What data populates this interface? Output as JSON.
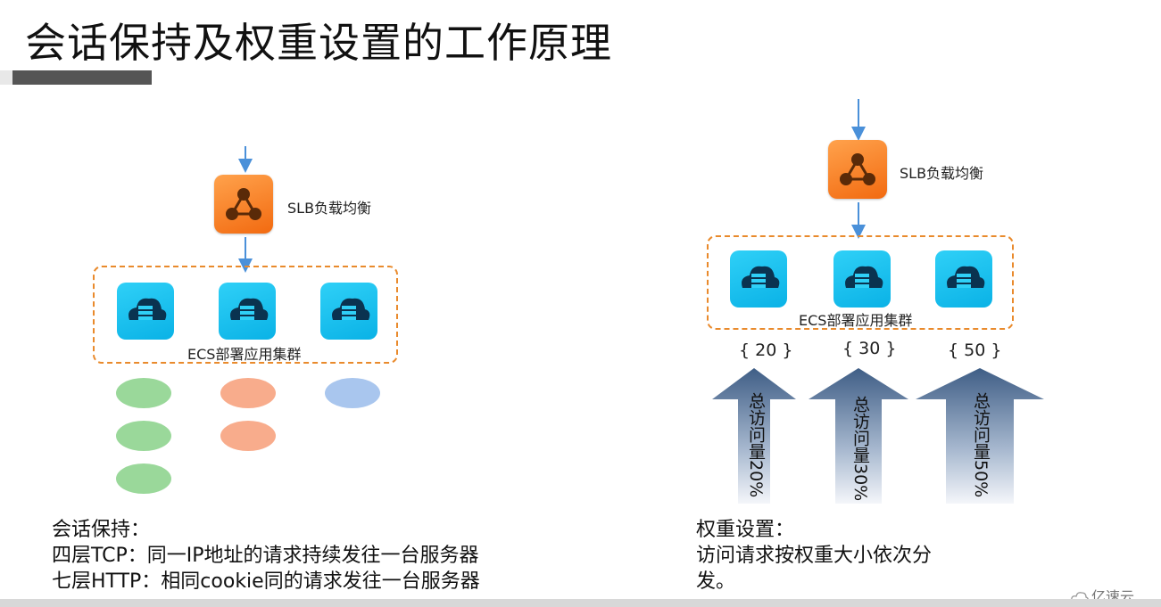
{
  "title": "会话保持及权重设置的工作原理",
  "left_diagram": {
    "slb_label": "SLB负载均衡",
    "cluster_label": "ECS部署应用集群"
  },
  "right_diagram": {
    "slb_label": "SLB负载均衡",
    "cluster_label": "ECS部署应用集群",
    "weights": [
      "{ 20 }",
      "{ 30 }",
      "{ 50 }"
    ],
    "arrows": [
      "总访问量20%",
      "总访问量30%",
      "总访问量50%"
    ]
  },
  "session_text": {
    "heading": "会话保持：",
    "line1": "四层TCP：同一IP地址的请求持续发往一台服务器",
    "line2": "七层HTTP：相同cookie同的请求发往一台服务器"
  },
  "weight_text": {
    "heading": "权重设置：",
    "line1": "访问请求按权重大小依次分",
    "line2": "发。"
  },
  "brand": "亿速云",
  "colors": {
    "slb_orange": "#f26a10",
    "ecs_cyan": "#0ab2e6",
    "cluster_border": "#e98a2c",
    "flow_arrow": "#4a90d9",
    "session_green": "#9ad89a",
    "session_salmon": "#f8ac8c",
    "session_blue": "#a9c6ee"
  }
}
